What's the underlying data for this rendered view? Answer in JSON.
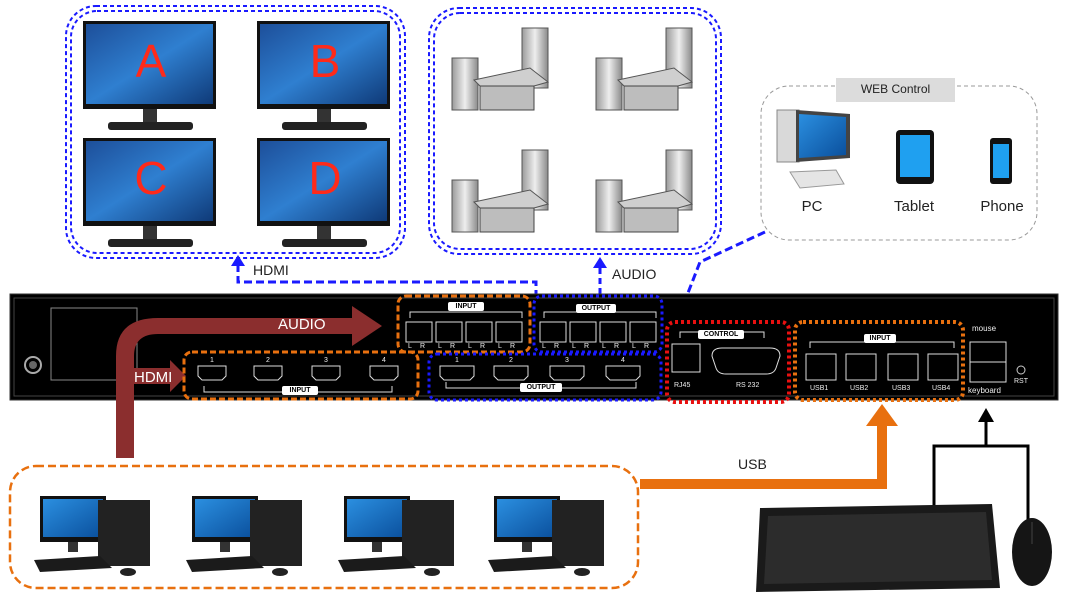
{
  "monitors": [
    "A",
    "B",
    "C",
    "D"
  ],
  "labels": {
    "hdmi_top": "HDMI",
    "audio_top": "AUDIO",
    "audio_arrow": "AUDIO",
    "hdmi_arrow": "HDMI",
    "usb": "USB"
  },
  "web_control": {
    "title": "WEB Control",
    "devices": [
      "PC",
      "Tablet",
      "Phone"
    ]
  },
  "device": {
    "audio_input_title": "INPUT",
    "audio_output_title": "OUTPUT",
    "lr": [
      "L",
      "R"
    ],
    "hdmi_input_title": "INPUT",
    "hdmi_output_title": "OUTPUT",
    "hdmi_numbers": [
      "1",
      "2",
      "3",
      "4"
    ],
    "control_title": "CONTROL",
    "rj45": "RJ45",
    "rs232": "RS 232",
    "usb_input_title": "INPUT",
    "usb_ports": [
      "USB1",
      "USB2",
      "USB3",
      "USB4"
    ],
    "mouse": "mouse",
    "keyboard": "keyboard",
    "rst": "RST"
  },
  "colors": {
    "hdmi_blue": "#1a1aff",
    "usb_orange": "#e8700f",
    "control_red": "#e81010",
    "big_arrow": "#8b2e2e",
    "panel": "#000000"
  }
}
